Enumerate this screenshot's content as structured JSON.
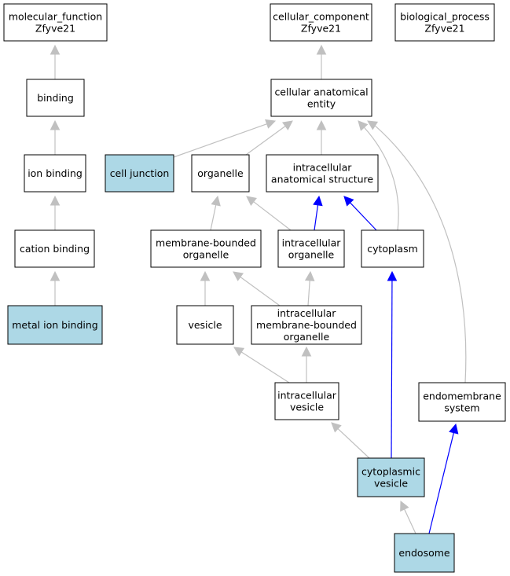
{
  "colors": {
    "default_fill": "#ffffff",
    "highlight_fill": "#add8e6",
    "grey_edge": "#c0c0c0",
    "blue_edge": "#0000ff"
  },
  "nodes": [
    {
      "id": "mf",
      "lines": [
        "molecular_function",
        "Zfyve21"
      ],
      "highlight": false
    },
    {
      "id": "binding",
      "lines": [
        "binding"
      ],
      "highlight": false
    },
    {
      "id": "ion_binding",
      "lines": [
        "ion binding"
      ],
      "highlight": false
    },
    {
      "id": "cation_binding",
      "lines": [
        "cation binding"
      ],
      "highlight": false
    },
    {
      "id": "metal_ion_binding",
      "lines": [
        "metal ion binding"
      ],
      "highlight": true
    },
    {
      "id": "cc",
      "lines": [
        "cellular_component",
        "Zfyve21"
      ],
      "highlight": false
    },
    {
      "id": "bp",
      "lines": [
        "biological_process",
        "Zfyve21"
      ],
      "highlight": false
    },
    {
      "id": "cae",
      "lines": [
        "cellular anatomical",
        "entity"
      ],
      "highlight": false
    },
    {
      "id": "cell_junction",
      "lines": [
        "cell junction"
      ],
      "highlight": true
    },
    {
      "id": "organelle",
      "lines": [
        "organelle"
      ],
      "highlight": false
    },
    {
      "id": "ias",
      "lines": [
        "intracellular",
        "anatomical structure"
      ],
      "highlight": false
    },
    {
      "id": "mbo",
      "lines": [
        "membrane-bounded",
        "organelle"
      ],
      "highlight": false
    },
    {
      "id": "io",
      "lines": [
        "intracellular",
        "organelle"
      ],
      "highlight": false
    },
    {
      "id": "cytoplasm",
      "lines": [
        "cytoplasm"
      ],
      "highlight": false
    },
    {
      "id": "vesicle",
      "lines": [
        "vesicle"
      ],
      "highlight": false
    },
    {
      "id": "imbo",
      "lines": [
        "intracellular",
        "membrane-bounded",
        "organelle"
      ],
      "highlight": false
    },
    {
      "id": "iv",
      "lines": [
        "intracellular",
        "vesicle"
      ],
      "highlight": false
    },
    {
      "id": "es",
      "lines": [
        "endomembrane",
        "system"
      ],
      "highlight": false
    },
    {
      "id": "cv",
      "lines": [
        "cytoplasmic",
        "vesicle"
      ],
      "highlight": true
    },
    {
      "id": "endosome",
      "lines": [
        "endosome"
      ],
      "highlight": true
    }
  ],
  "edges": [
    {
      "from": "binding",
      "to": "mf",
      "color": "grey"
    },
    {
      "from": "ion_binding",
      "to": "binding",
      "color": "grey"
    },
    {
      "from": "cation_binding",
      "to": "ion_binding",
      "color": "grey"
    },
    {
      "from": "metal_ion_binding",
      "to": "cation_binding",
      "color": "grey"
    },
    {
      "from": "cae",
      "to": "cc",
      "color": "grey"
    },
    {
      "from": "cell_junction",
      "to": "cae",
      "color": "grey"
    },
    {
      "from": "organelle",
      "to": "cae",
      "color": "grey"
    },
    {
      "from": "ias",
      "to": "cae",
      "color": "grey"
    },
    {
      "from": "cytoplasm",
      "to": "cae",
      "color": "grey"
    },
    {
      "from": "es",
      "to": "cae",
      "color": "grey"
    },
    {
      "from": "mbo",
      "to": "organelle",
      "color": "grey"
    },
    {
      "from": "io",
      "to": "organelle",
      "color": "grey"
    },
    {
      "from": "io",
      "to": "ias",
      "color": "blue"
    },
    {
      "from": "cytoplasm",
      "to": "ias",
      "color": "blue"
    },
    {
      "from": "vesicle",
      "to": "mbo",
      "color": "grey"
    },
    {
      "from": "imbo",
      "to": "mbo",
      "color": "grey"
    },
    {
      "from": "imbo",
      "to": "io",
      "color": "grey"
    },
    {
      "from": "iv",
      "to": "vesicle",
      "color": "grey"
    },
    {
      "from": "iv",
      "to": "imbo",
      "color": "grey"
    },
    {
      "from": "cv",
      "to": "iv",
      "color": "grey"
    },
    {
      "from": "cv",
      "to": "cytoplasm",
      "color": "blue"
    },
    {
      "from": "endosome",
      "to": "cv",
      "color": "grey"
    },
    {
      "from": "endosome",
      "to": "es",
      "color": "blue"
    }
  ]
}
